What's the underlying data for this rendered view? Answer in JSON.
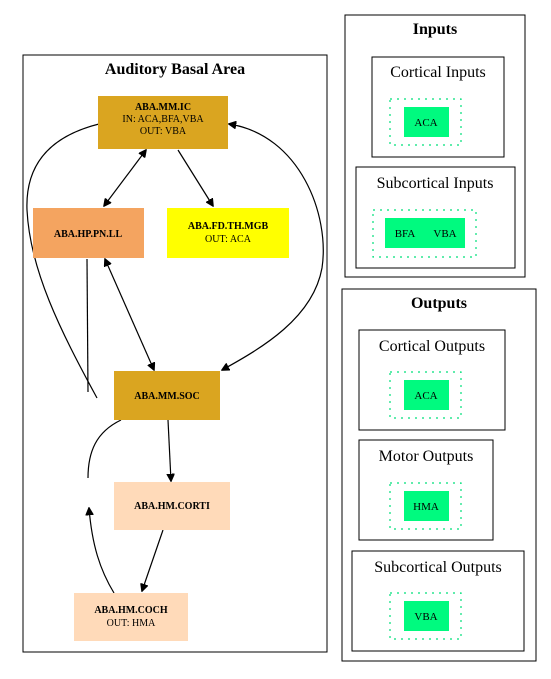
{
  "main": {
    "title": "Auditory Basal Area",
    "nodes": {
      "ic": {
        "title": "ABA.MM.IC",
        "in": "IN: ACA,BFA,VBA",
        "out": "OUT: VBA",
        "color": "#DAA520"
      },
      "pnll": {
        "title": "ABA.HP.PN.LL",
        "color": "#F4A460"
      },
      "mgb": {
        "title": "ABA.FD.TH.MGB",
        "out": "OUT: ACA",
        "color": "#FFFF00"
      },
      "soc": {
        "title": "ABA.MM.SOC",
        "color": "#DAA520"
      },
      "corti": {
        "title": "ABA.HM.CORTI",
        "color": "#FFDAB9"
      },
      "coch": {
        "title": "ABA.HM.COCH",
        "out": "OUT: HMA",
        "color": "#FFDAB9"
      }
    }
  },
  "inputs": {
    "title": "Inputs",
    "cortical": {
      "title": "Cortical Inputs",
      "chips": [
        "ACA"
      ]
    },
    "subcortical": {
      "title": "Subcortical Inputs",
      "chips": [
        "BFA",
        "VBA"
      ]
    }
  },
  "outputs": {
    "title": "Outputs",
    "cortical": {
      "title": "Cortical Outputs",
      "chips": [
        "ACA"
      ]
    },
    "motor": {
      "title": "Motor Outputs",
      "chips": [
        "HMA"
      ]
    },
    "subcortical": {
      "title": "Subcortical Outputs",
      "chips": [
        "VBA"
      ]
    }
  },
  "colors": {
    "chip": "#00FA7F",
    "chip_border": "#00E07A"
  }
}
